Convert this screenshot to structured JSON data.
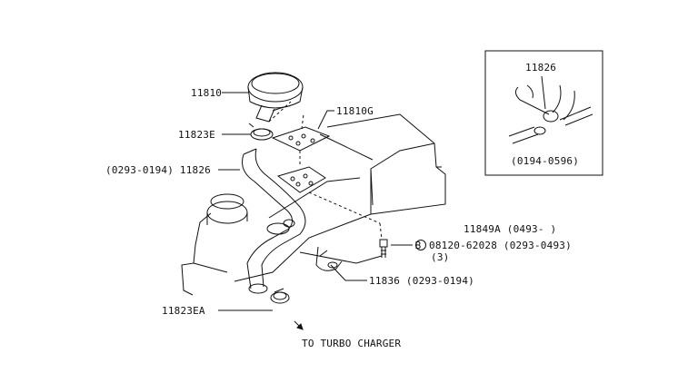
{
  "labels": {
    "part_11810": "11810",
    "part_11810g": "11810G",
    "part_11823e": "11823E",
    "part_11826_main": "(0293-0194) 11826",
    "part_11849a": "11849A (0493-     )",
    "bolt_spec": "08120-62028 (0293-0493)",
    "bolt_qty": "(3)",
    "bolt_marker": "B",
    "part_11836": "11836 (0293-0194)",
    "part_11823ea": "11823EA",
    "to_turbo": "TO TURBO CHARGER",
    "inset_part": "11826",
    "inset_date": "(0194-0596)"
  },
  "colors": {
    "line": "#111111",
    "background": "#ffffff"
  }
}
